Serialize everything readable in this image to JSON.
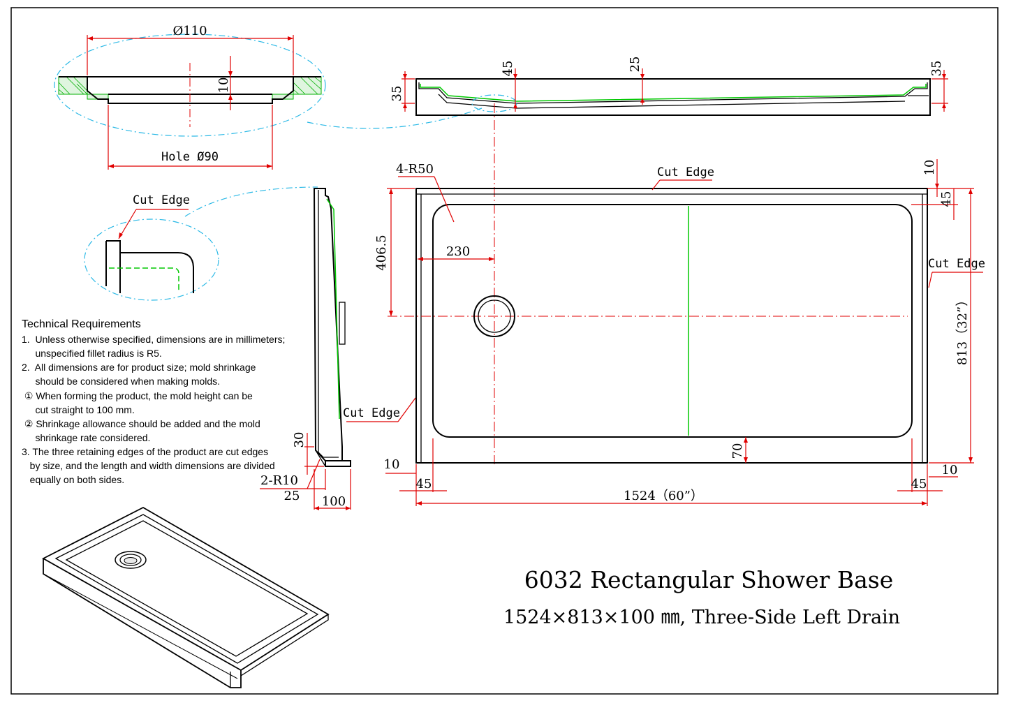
{
  "title": "6032 Rectangular Shower Base",
  "subtitle": "1524×813×100 ㎜, Three-Side Left Drain",
  "drain_detail": {
    "outer_diameter": "Ø110",
    "depth": "10",
    "hole_diameter": "Hole Ø90"
  },
  "side_profile": {
    "left_height": "35",
    "drain_depth": "45",
    "floor_depth": "25",
    "right_height": "35"
  },
  "edge_detail": {
    "cut_label": "Cut Edge"
  },
  "plan_view": {
    "corner_radius": "4-R50",
    "cut_top": "Cut Edge",
    "cut_right": "Cut Edge",
    "cut_left": "Cut Edge",
    "drain_offset_y": "406.5",
    "drain_offset_x": "230",
    "rim_top": "10",
    "rim_top_inner": "45",
    "width": "813（32”）",
    "bottom_margin": "70",
    "left_rim_outer": "10",
    "left_rim_inner": "45",
    "right_rim_outer": "10",
    "right_rim_inner": "45",
    "length": "1524（60”）"
  },
  "section_view": {
    "height": "30",
    "fillet": "2-R10",
    "flange": "25",
    "depth": "100"
  },
  "requirements": {
    "heading": "Technical Requirements",
    "lines": [
      "1.  Unless otherwise specified, dimensions are in millimeters;",
      "     unspecified fillet radius is R5.",
      "2.  All dimensions are for product size; mold shrinkage",
      "     should be considered when making molds.",
      " ① When forming the product, the mold height can be",
      "     cut straight to 100 mm.",
      " ② Shrinkage allowance should be added and the mold",
      "     shrinkage rate considered.",
      "3. The three retaining edges of the product are cut edges",
      "   by size, and the length and width dimensions are divided",
      "   equally on both sides."
    ]
  }
}
